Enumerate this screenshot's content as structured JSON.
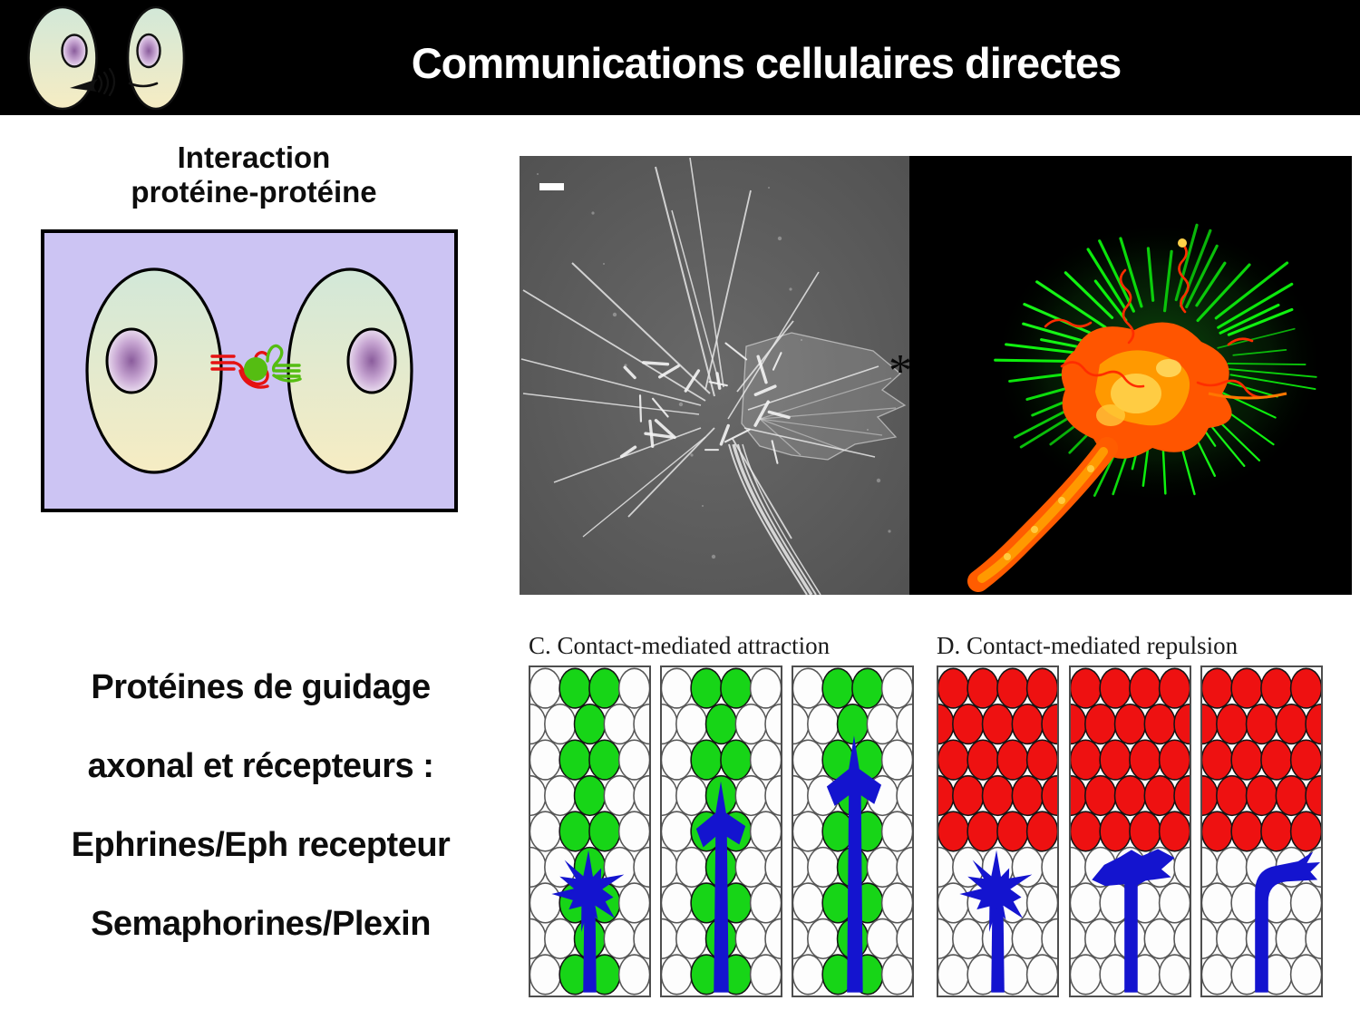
{
  "header": {
    "title": "Communications cellulaires directes",
    "background": "#000000",
    "title_color": "#ffffff",
    "logo_icon": "talking-cells-icon"
  },
  "interaction_diagram": {
    "title_line1": "Interaction",
    "title_line2": "protéine-protéine",
    "box_background": "#ccc4f3",
    "cell_gradient_top": "#d2e8d8",
    "cell_gradient_bottom": "#f6ecc3",
    "nucleus_color": "#8a5c9c",
    "ligand_color": "#e51212",
    "receptor_color": "#55bd12"
  },
  "micrographs": {
    "sem": {
      "asterisk": "*",
      "background": "#5d5d5d",
      "scale_bar_color": "#ffffff"
    },
    "fluorescence": {
      "background": "#000000",
      "filopodia_color": "#1ed21e",
      "actin_core_color": "#ff5500",
      "microtubule_color": "#ff2d00"
    }
  },
  "guidance_text": {
    "lines": [
      "Protéines de guidage",
      "axonal et récepteurs :",
      "Ephrines/Eph recepteur",
      "Semaphorines/Plexin"
    ]
  },
  "figure_panels": {
    "axon_color": "#1414cf",
    "empty_cell_fill": "#fdfdfd",
    "empty_cell_outline": "#565656",
    "filled_cell_outline": "#141414",
    "attraction": {
      "caption": "C. Contact-mediated attraction",
      "cell_fill": "#17d517",
      "subpanels": [
        {
          "rows": [
            "WGGW",
            "WWGWW",
            "WGGW",
            "WWGWW",
            "WGGW",
            "WWGWW",
            "WGGW",
            "WWGWW",
            "WGGW"
          ],
          "axon": "splat"
        },
        {
          "rows": [
            "WGGW",
            "WWGWW",
            "WGGW",
            "WWGWW",
            "WGGW",
            "WWGWW",
            "WGGW",
            "WWGWW",
            "WGGW"
          ],
          "axon": "shoot_mid"
        },
        {
          "rows": [
            "WGGW",
            "WWGWW",
            "WGGW",
            "WWGWW",
            "WGGW",
            "WWGWW",
            "WGGW",
            "WWGWW",
            "WGGW"
          ],
          "axon": "shoot_high"
        }
      ]
    },
    "repulsion": {
      "caption": "D. Contact-mediated repulsion",
      "cell_fill": "#ee1111",
      "subpanels": [
        {
          "rows": [
            "RRRR",
            "RRRRR",
            "RRRR",
            "RRRRR",
            "RRRR",
            "WWWWW",
            "WWWW",
            "WWWWW",
            "WWWW"
          ],
          "axon": "splat"
        },
        {
          "rows": [
            "RRRR",
            "RRRRR",
            "RRRR",
            "RRRRR",
            "RRRR",
            "WWWWW",
            "WWWW",
            "WWWWW",
            "WWWW"
          ],
          "axon": "flat"
        },
        {
          "rows": [
            "RRRR",
            "RRRRR",
            "RRRR",
            "RRRRR",
            "RRRR",
            "WWWWW",
            "WWWW",
            "WWWWW",
            "WWWW"
          ],
          "axon": "bend"
        }
      ]
    }
  }
}
